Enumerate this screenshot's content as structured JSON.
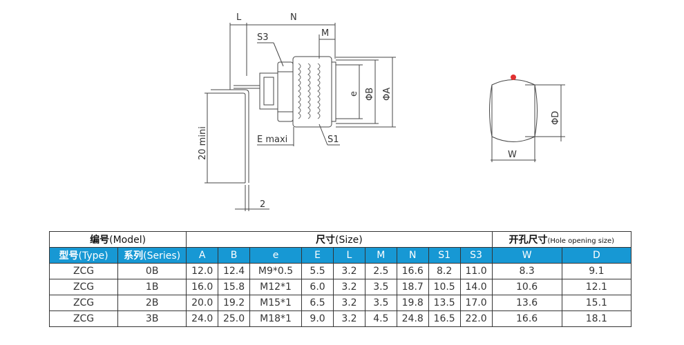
{
  "drawing": {
    "labels": {
      "L": "L",
      "N": "N",
      "M": "M",
      "S3": "S3",
      "e": "e",
      "phiB": "ΦB",
      "phiA": "ΦA",
      "E_maxi": "E maxi",
      "S1": "S1",
      "min20": "20 mini",
      "two": "2",
      "phiD": "ΦD",
      "W": "W"
    },
    "marker_color": "#e03030"
  },
  "table": {
    "header_model": {
      "cn": "编号",
      "en": "(Model)"
    },
    "header_size": {
      "cn": "尺寸",
      "en": "(Size)"
    },
    "header_hole": {
      "cn": "开孔尺寸",
      "en": "(Hole opening size)"
    },
    "col_type": {
      "cn": "型号",
      "en": "(Type)"
    },
    "col_series": {
      "cn": "系列",
      "en": "(Series)"
    },
    "size_columns": [
      "A",
      "B",
      "e",
      "E",
      "L",
      "M",
      "N",
      "S1",
      "S3"
    ],
    "hole_columns": [
      "W",
      "D"
    ],
    "rows": [
      {
        "type": "ZCG",
        "series": "0B",
        "values": [
          "12.0",
          "12.4",
          "M9*0.5",
          "5.5",
          "3.2",
          "2.5",
          "16.6",
          "8.2",
          "11.0"
        ],
        "hole": [
          "8.3",
          "9.1"
        ]
      },
      {
        "type": "ZCG",
        "series": "1B",
        "values": [
          "16.0",
          "15.8",
          "M12*1",
          "6.0",
          "3.2",
          "3.5",
          "18.7",
          "10.5",
          "14.0"
        ],
        "hole": [
          "10.6",
          "12.1"
        ]
      },
      {
        "type": "ZCG",
        "series": "2B",
        "values": [
          "20.0",
          "19.2",
          "M15*1",
          "6.5",
          "3.2",
          "3.5",
          "19.8",
          "13.5",
          "17.0"
        ],
        "hole": [
          "13.6",
          "15.1"
        ]
      },
      {
        "type": "ZCG",
        "series": "3B",
        "values": [
          "24.0",
          "25.0",
          "M18*1",
          "9.0",
          "3.2",
          "4.5",
          "24.8",
          "16.5",
          "22.0"
        ],
        "hole": [
          "16.6",
          "18.1"
        ]
      }
    ],
    "header_color": "#1798d4"
  }
}
